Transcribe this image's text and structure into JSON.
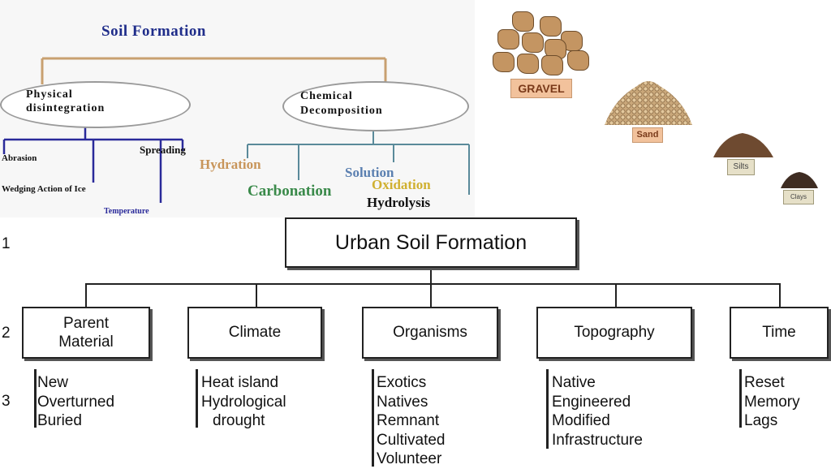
{
  "soil_formation": {
    "title": "Soil Formation",
    "physical": {
      "label_line1": "Physical",
      "label_line2": "disintegration",
      "items": [
        "Abrasion",
        "Spreading",
        "Wedging Action of Ice",
        "Temperature"
      ]
    },
    "chemical": {
      "label_line1": "Chemical",
      "label_line2": "Decomposition",
      "items": [
        "Hydration",
        "Solution",
        "Carbonation",
        "Oxidation",
        "Hydrolysis"
      ]
    }
  },
  "particles": {
    "labels": [
      "GRAVEL",
      "Sand",
      "Silts",
      "Clays"
    ]
  },
  "urban": {
    "title": "Urban Soil Formation",
    "row_numbers": [
      "1",
      "2",
      "3"
    ],
    "factors": [
      {
        "label_line1": "Parent",
        "label_line2": "Material",
        "items": [
          "New",
          "Overturned",
          "Buried"
        ]
      },
      {
        "label_line1": "Climate",
        "label_line2": "",
        "items": [
          "Heat island",
          "Hydrological",
          "drought"
        ]
      },
      {
        "label_line1": "Organisms",
        "label_line2": "",
        "items": [
          "Exotics",
          "Natives",
          "Remnant",
          "Cultivated",
          "Volunteer"
        ]
      },
      {
        "label_line1": "Topography",
        "label_line2": "",
        "items": [
          "Native",
          "Engineered",
          "Modified",
          "Infrastructure"
        ]
      },
      {
        "label_line1": "Time",
        "label_line2": "",
        "items": [
          "Reset",
          "Memory",
          "Lags"
        ]
      }
    ]
  },
  "colors": {
    "title_blue": "#1f2d8a",
    "connector_tan": "#c8a070",
    "connector_blue": "#2a2a9a",
    "hydration": "#c8955a",
    "solution": "#5a7fb0",
    "carbonation": "#3a8a4a",
    "oxidation": "#d0b030"
  }
}
